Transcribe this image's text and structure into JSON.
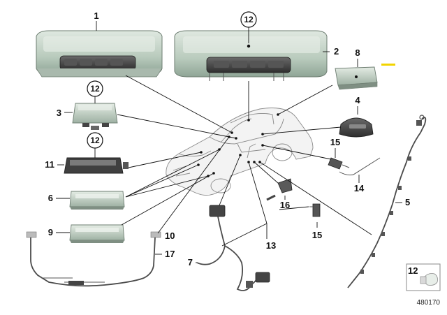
{
  "diagram": {
    "part_numbers": {
      "p1": "1",
      "p2": "2",
      "p3": "3",
      "p4": "4",
      "p5": "5",
      "p6": "6",
      "p7": "7",
      "p8": "8",
      "p9": "9",
      "p10": "10",
      "p11": "11",
      "p13": "13",
      "p14": "14",
      "p15a": "15",
      "p15b": "15",
      "p16": "16",
      "p17": "17"
    },
    "bulb_reference": {
      "top": "12",
      "mid": "12",
      "lower": "12",
      "legend": "12"
    },
    "diagram_code": "480170",
    "colors": {
      "lens": "#c9d8cc",
      "lens_dark": "#9fb3a5",
      "housing": "#3a3a3a",
      "highlight": "#f2d400"
    }
  }
}
